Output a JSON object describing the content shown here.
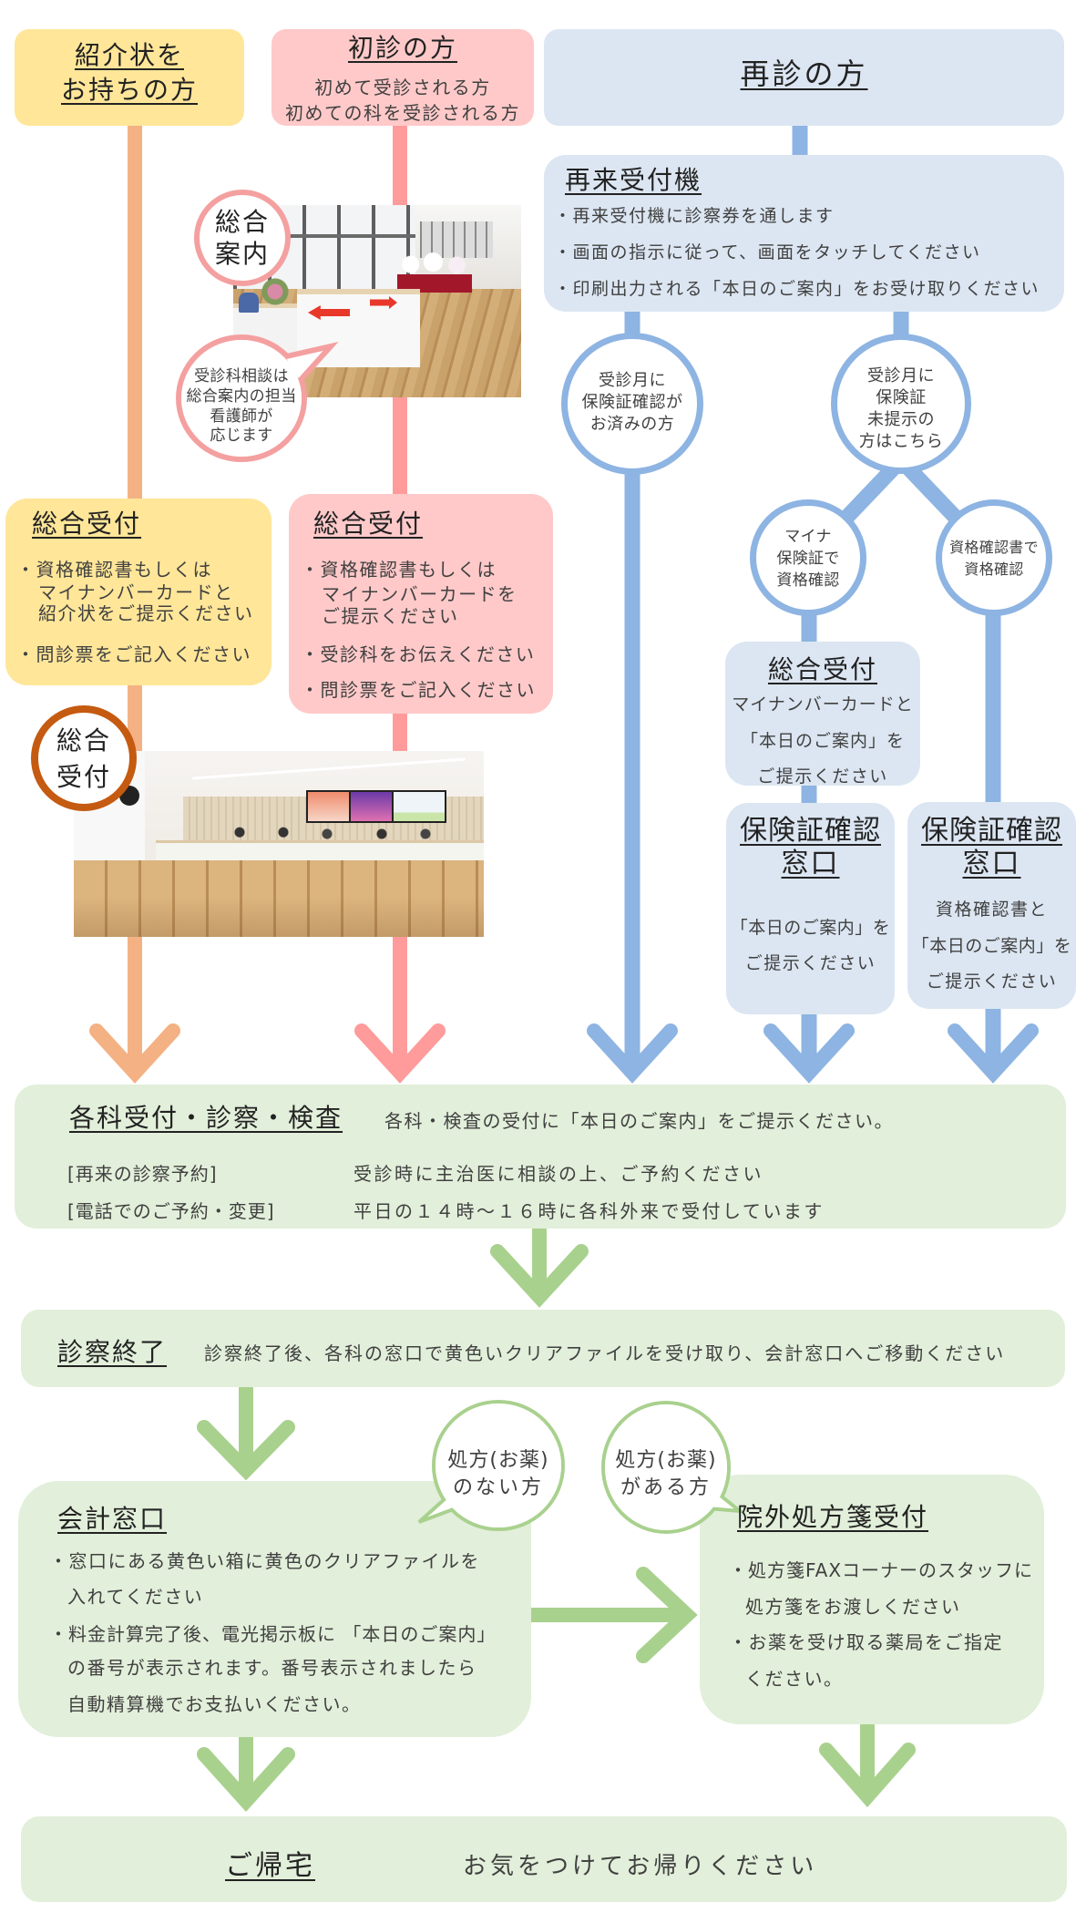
{
  "headers": {
    "referral": {
      "title_lines": [
        "紹介状を",
        "お持ちの方"
      ]
    },
    "first_visit": {
      "title": "初診の方",
      "sub_lines": [
        "初めて受診される方",
        "初めての科を受診される方"
      ]
    },
    "return_visit": {
      "title": "再診の方"
    }
  },
  "referral_path": {
    "reception_badge": [
      "総合",
      "受付"
    ],
    "reception": {
      "title": "総合受付",
      "lines": [
        "・資格確認書もしくは",
        "マイナンバーカードと",
        "紹介状をご提示ください",
        "・問診票をご記入ください"
      ]
    }
  },
  "first_visit_path": {
    "information_badge": [
      "総合",
      "案内"
    ],
    "consult_bubble": [
      "受診科相談は",
      "総合案内の担当",
      "看護師が",
      "応じます"
    ],
    "reception": {
      "title": "総合受付",
      "lines": [
        "・資格確認書もしくは",
        "マイナンバーカードを",
        "ご提示ください",
        "・受診科をお伝えください",
        "・問診票をご記入ください"
      ]
    }
  },
  "return_path": {
    "kiosk": {
      "title": "再来受付機",
      "bullets": [
        "・再来受付機に診察券を通します",
        "・画面の指示に従って、画面をタッチしてください",
        "・印刷出力される「本日のご案内」をお受け取りください"
      ]
    },
    "branch_confirmed": [
      "受診月に",
      "保険証確認が",
      "お済みの方"
    ],
    "branch_unconfirmed": [
      "受診月に",
      "保険証",
      "未提示の",
      "方はこちら"
    ],
    "branch_myna": [
      "マイナ",
      "保険証で",
      "資格確認"
    ],
    "branch_certificate": [
      "資格確認書で",
      "資格確認"
    ],
    "myna_reception": {
      "title": "総合受付",
      "lines": [
        "マイナンバーカードと",
        "「本日のご案内」を",
        "ご提示ください"
      ]
    },
    "insurance_window_myna": {
      "title_lines": [
        "保険証確認",
        "窓口"
      ],
      "lines": [
        "「本日のご案内」を",
        "ご提示ください"
      ]
    },
    "insurance_window_certificate": {
      "title_lines": [
        "保険証確認",
        "窓口"
      ],
      "lines": [
        "資格確認書と",
        "「本日のご案内」を",
        "ご提示ください"
      ]
    }
  },
  "department": {
    "title": "各科受付・診察・検査",
    "note": "各科・検査の受付に「本日のご案内」をご提示ください。",
    "rows": [
      {
        "label": "[再来の診察予約]",
        "value": "受診時に主治医に相談の上、ご予約ください"
      },
      {
        "label": "[電話でのご予約・変更]",
        "value": "平日の１４時～１６時に各科外来で受付しています"
      }
    ]
  },
  "exam_end": {
    "title": "診察終了",
    "text": "診察終了後、各科の窓口で黄色いクリアファイルを受け取り、会計窓口へご移動ください"
  },
  "cashier": {
    "title": "会計窓口",
    "lines": [
      "・窓口にある黄色い箱に黄色のクリアファイルを",
      "入れてください",
      "・料金計算完了後、電光掲示板に 「本日のご案内」",
      "の番号が表示されます。番号表示されましたら",
      "自動精算機でお支払いください。"
    ],
    "bubble": [
      "処方(お薬)",
      "のない方"
    ]
  },
  "prescription": {
    "title": "院外処方箋受付",
    "lines": [
      "・処方箋FAXコーナーのスタッフに",
      "処方箋をお渡しください",
      "・お薬を受け取る薬局をご指定",
      "ください。"
    ],
    "bubble": [
      "処方(お薬)",
      "がある方"
    ]
  },
  "go_home": {
    "title": "ご帰宅",
    "text": "お気をつけてお帰りください"
  },
  "colors": {
    "referral_fill": "#ffe699",
    "first_visit_fill": "#ffc9c9",
    "return_visit_fill": "#dce6f2",
    "flow_fill": "#e2efda",
    "orange_line": "#f4b183",
    "pink_line": "#ff9b9b",
    "blue_line": "#8db4e2",
    "green_line": "#a9d18e",
    "badge_brown": "#c55a11",
    "badge_pink": "#f4a0a0"
  }
}
